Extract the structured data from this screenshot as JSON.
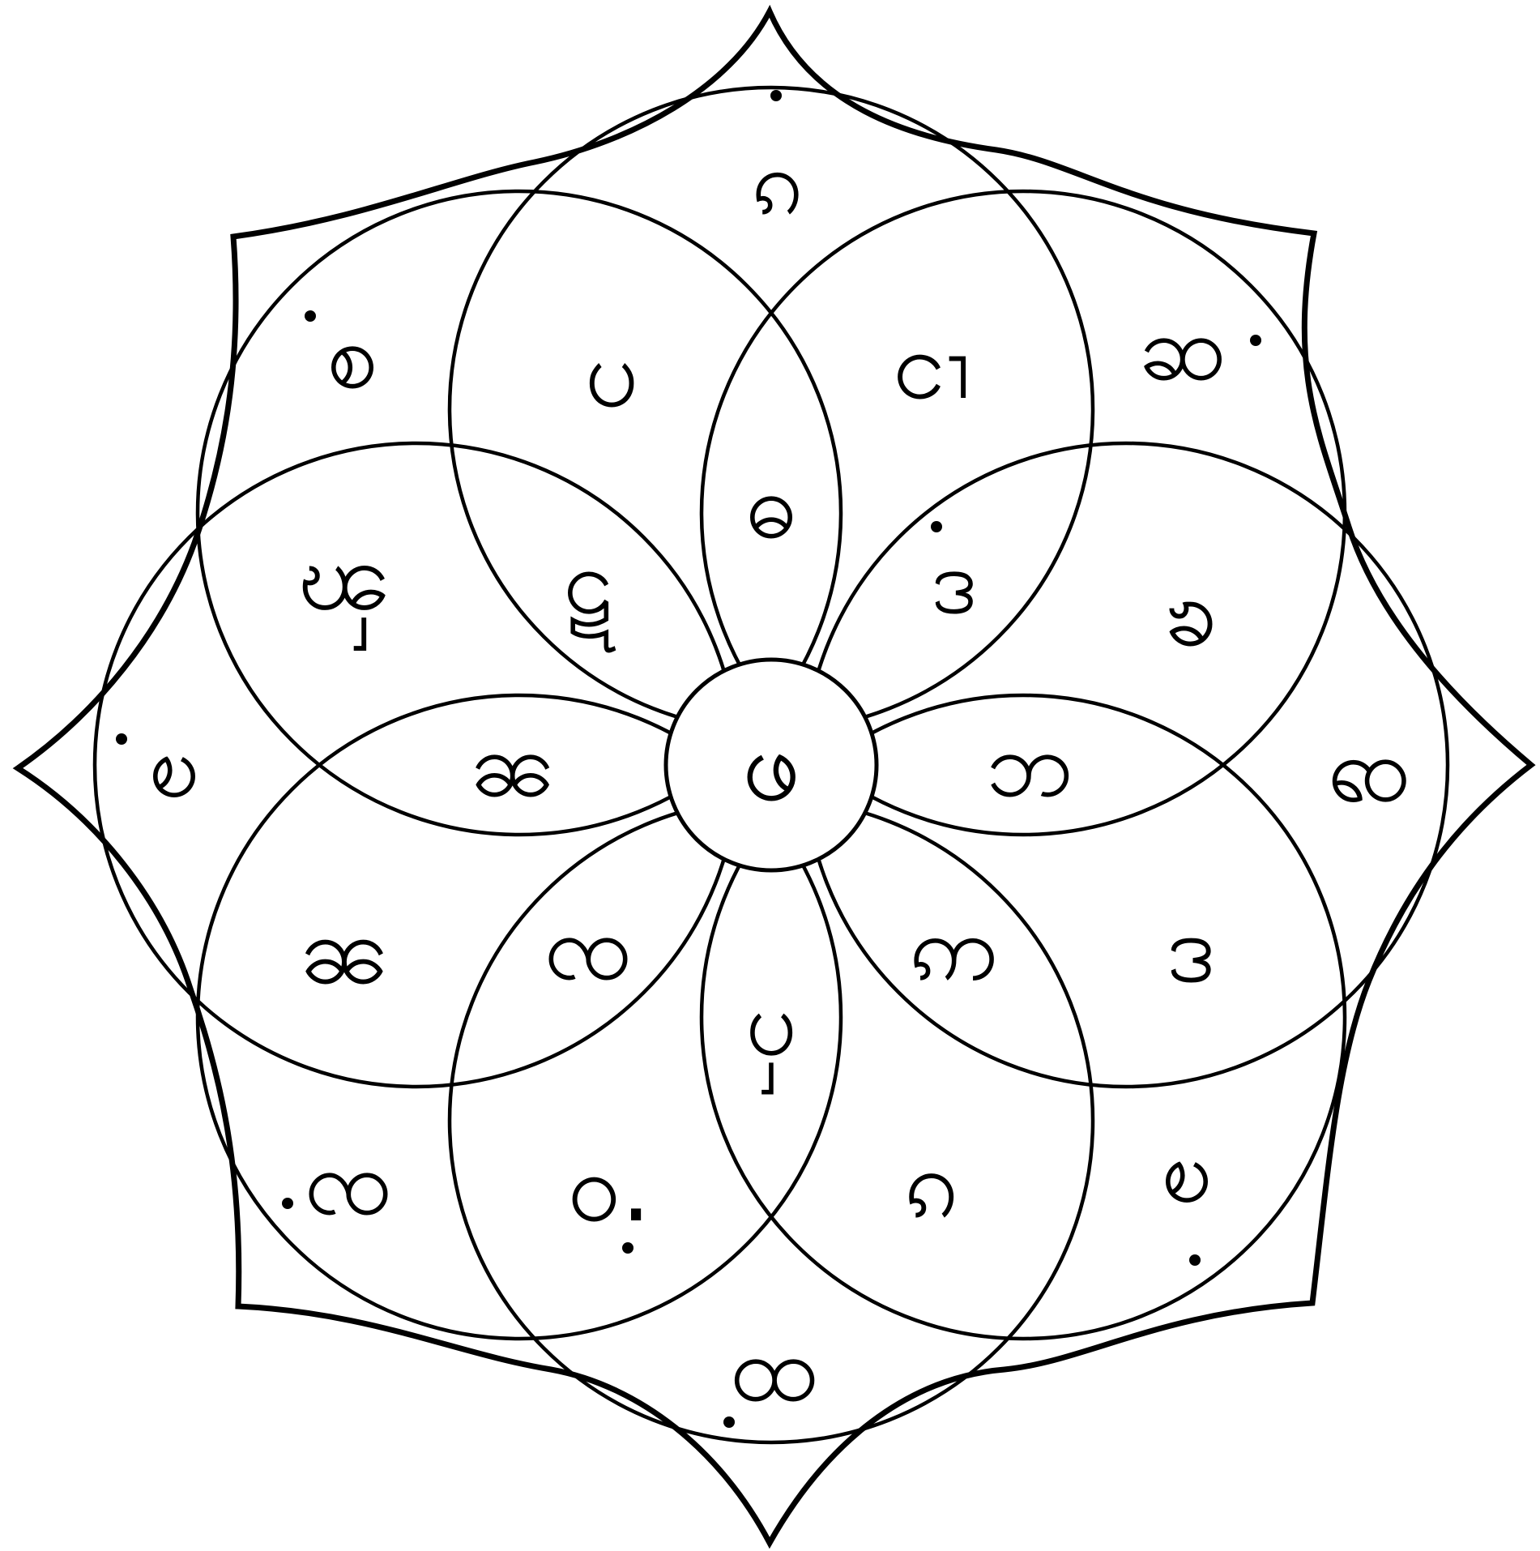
{
  "style": {
    "line_color": "#000000",
    "background": "#ffffff"
  },
  "center_symbol": "ဖ",
  "inner_petals": [
    {
      "direction": "top",
      "text": "ဓ"
    },
    {
      "direction": "top-right",
      "text": "ဒ"
    },
    {
      "direction": "right",
      "text": "ဘ"
    },
    {
      "direction": "bottom-right",
      "text": "ဢ"
    },
    {
      "direction": "bottom",
      "text": "ၦ"
    },
    {
      "direction": "bottom-left",
      "text": "ၸ"
    },
    {
      "direction": "left",
      "text": "ၼ"
    },
    {
      "direction": "top-left",
      "text": "ဋ"
    }
  ],
  "circle_segments": [
    {
      "direction": "top-left-upper",
      "text": "ပ"
    },
    {
      "direction": "top-right-upper",
      "text": "ငၢ"
    },
    {
      "direction": "right-upper",
      "text": "ၶ"
    },
    {
      "direction": "right-lower",
      "text": "ဒ"
    },
    {
      "direction": "bottom-right-lower",
      "text": "ၵ"
    },
    {
      "direction": "bottom-left-lower",
      "text": "ဝ."
    },
    {
      "direction": "left-lower",
      "text": "ၼ"
    },
    {
      "direction": "left-upper",
      "text": "ၾ"
    }
  ],
  "outer_points": [
    {
      "direction": "top",
      "text": "ၵ"
    },
    {
      "direction": "top-right",
      "text": "ဆ"
    },
    {
      "direction": "right",
      "text": "ၹ"
    },
    {
      "direction": "bottom-right",
      "text": "ၿ"
    },
    {
      "direction": "bottom",
      "text": "ထ"
    },
    {
      "direction": "bottom-left",
      "text": "ၸ"
    },
    {
      "direction": "left",
      "text": "ၿ"
    },
    {
      "direction": "top-left",
      "text": "စ"
    }
  ]
}
